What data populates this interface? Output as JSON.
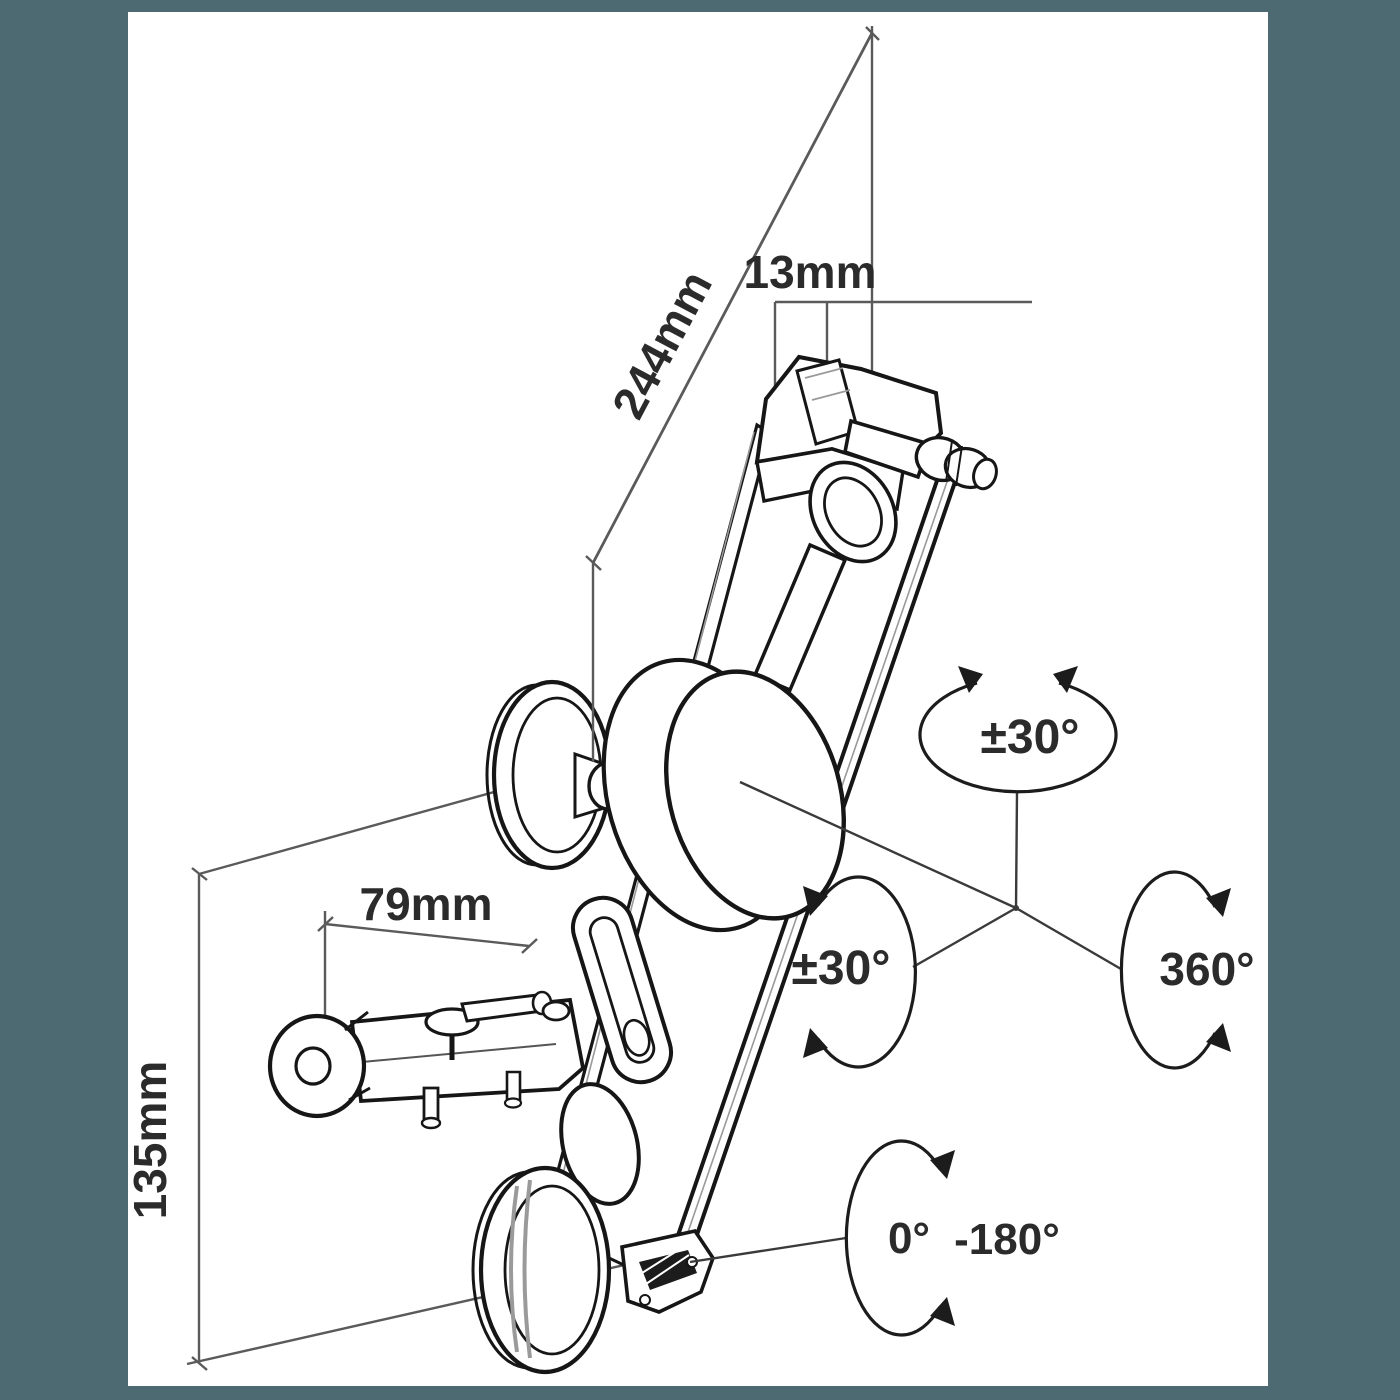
{
  "colors": {
    "border": "#4D6A72",
    "paper": "#FFFFFF",
    "ink": "#161616",
    "dim_line": "#5A5A5A",
    "text": "#2B2B2B"
  },
  "dimensions": {
    "diagonal_length": "244mm",
    "edge_offset": "13mm",
    "arm_length": "79mm",
    "mount_height": "135mm"
  },
  "rotations": {
    "pivot_top": "±30°",
    "pivot_side": "±30°",
    "swivel": "360°",
    "fold_from": "0°",
    "fold_to": "-180°"
  }
}
